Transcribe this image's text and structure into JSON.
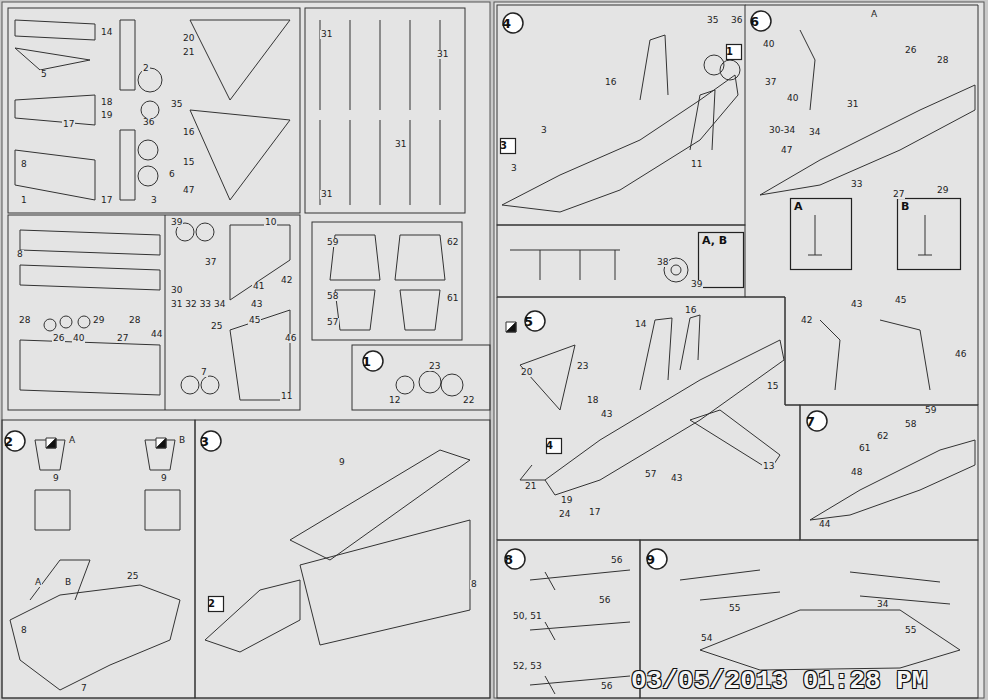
{
  "diagram": {
    "nodes": [
      {
        "text": [
          "1"
        ]
      },
      {
        "text": [
          "2"
        ]
      },
      {
        "text": [
          "3"
        ]
      },
      {
        "text": [
          "2"
        ]
      },
      {
        "text": [
          "4"
        ]
      },
      {
        "text": [
          "1"
        ]
      },
      {
        "text": [
          "3"
        ]
      },
      {
        "text": [
          "6"
        ]
      },
      {
        "text": [
          "A"
        ]
      },
      {
        "text": [
          "B"
        ]
      },
      {
        "text": [
          "A, B"
        ]
      },
      {
        "text": [
          "5"
        ]
      },
      {
        "text": [
          "4"
        ]
      },
      {
        "text": [
          "7"
        ]
      },
      {
        "text": [
          "8"
        ]
      },
      {
        "text": [
          "9"
        ]
      }
    ],
    "labels": [
      "14",
      "5",
      "18",
      "19",
      "35",
      "17",
      "8",
      "17",
      "1",
      "2",
      "20",
      "21",
      "16",
      "15",
      "36",
      "6",
      "3",
      "47",
      "31",
      "31",
      "31",
      "31",
      "8",
      "28",
      "26",
      "40",
      "29",
      "27",
      "28",
      "44",
      "39",
      "30",
      "31 32 33 34",
      "37",
      "25",
      "41",
      "42",
      "43",
      "45",
      "46",
      "10",
      "11",
      "7",
      "59",
      "58",
      "57",
      "62",
      "61",
      "23",
      "12",
      "22",
      "A",
      "B",
      "9",
      "9",
      "A",
      "B",
      "8",
      "7",
      "25",
      "9",
      "8",
      "35",
      "36",
      "16",
      "3",
      "3",
      "11",
      "38",
      "39",
      "14",
      "16",
      "15",
      "20",
      "23",
      "18",
      "43",
      "57",
      "43",
      "13",
      "21",
      "19",
      "24",
      "17",
      "40",
      "37",
      "40",
      "A",
      "26",
      "28",
      "31",
      "30-34",
      "34",
      "47",
      "33",
      "27",
      "29",
      "42",
      "43",
      "45",
      "46",
      "58",
      "59",
      "61",
      "62",
      "48",
      "44",
      "56",
      "50, 51",
      "56",
      "52, 53",
      "56",
      "54",
      "55",
      "34",
      "55",
      "03/05/2013 01:28 PM"
    ]
  }
}
